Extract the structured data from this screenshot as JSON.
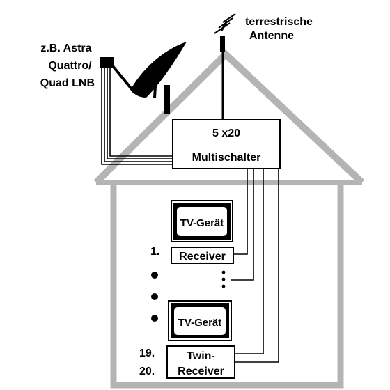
{
  "antenna_label": [
    "terrestrische",
    "Antenne"
  ],
  "lnb_label": [
    "z.B. Astra",
    "Quattro/",
    "Quad LNB"
  ],
  "multiswitch": {
    "line1": "5 x20",
    "line2": "Multischalter"
  },
  "tv1_label": "TV-Gerät",
  "tv2_label": "TV-Gerät",
  "receiver1": {
    "number": "1.",
    "label": "Receiver"
  },
  "twin_receiver": {
    "number_top": "19.",
    "number_bottom": "20.",
    "label_top": "Twin-",
    "label_bottom": "Receiver"
  },
  "colors": {
    "house": "#b4b4b4",
    "ink": "#000000",
    "background": "#ffffff"
  }
}
